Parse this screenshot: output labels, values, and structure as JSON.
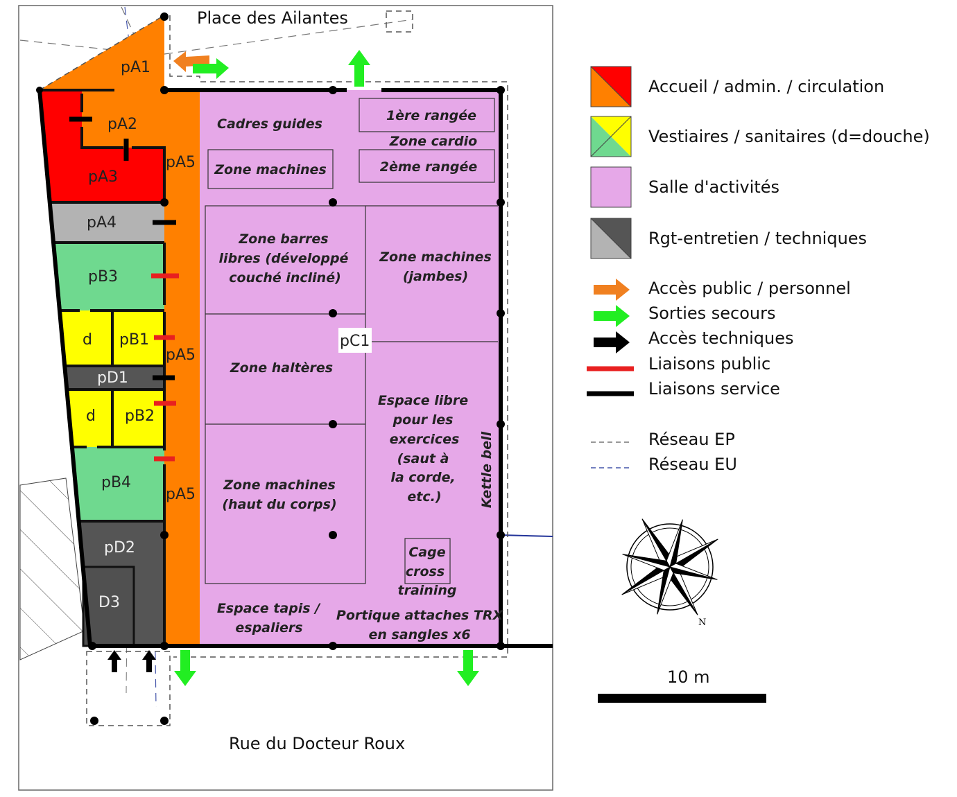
{
  "streets": {
    "top": "Place des Ailantes",
    "bottom": "Rue du Docteur Roux"
  },
  "rooms": {
    "pA1": "pA1",
    "pA2": "pA2",
    "pA3": "pA3",
    "pA4": "pA4",
    "pA5": "pA5",
    "pB1": "pB1",
    "pB2": "pB2",
    "pB3": "pB3",
    "pB4": "pB4",
    "pC1": "pC1",
    "pD1": "pD1",
    "pD2": "pD2",
    "D3": "D3",
    "d": "d"
  },
  "zones": {
    "cadres": "Cadres guides",
    "machines_top": "Zone machines",
    "rangee1": "1ère rangée",
    "cardio": "Zone cardio",
    "rangee2": "2ème rangée",
    "barres": [
      "Zone barres",
      "libres (développé",
      "couché incliné)"
    ],
    "jambes": [
      "Zone machines",
      "(jambes)"
    ],
    "halteres": "Zone haltères",
    "libre": [
      "Espace libre",
      "pour les",
      "exercices",
      "(saut à",
      "la corde,",
      "etc.)"
    ],
    "kettle": "Kettle bell",
    "haut": [
      "Zone machines",
      "(haut du corps)"
    ],
    "cage": [
      "Cage",
      "cross",
      "training"
    ],
    "tapis": [
      "Espace tapis /",
      "espaliers"
    ],
    "trx": [
      "Portique attaches TRX",
      "en sangles x6"
    ]
  },
  "legend": [
    {
      "label": "Accueil / admin. / circulation",
      "colors": [
        "#ff0000",
        "#ff8000"
      ]
    },
    {
      "label": "Vestiaires / sanitaires (d=douche)",
      "colors": [
        "#ffff00",
        "#6fd98f"
      ]
    },
    {
      "label": "Salle d'activités",
      "colors": [
        "#e6a8e8"
      ]
    },
    {
      "label": "Rgt-entretien / techniques",
      "colors": [
        "#555555",
        "#b3b3b3"
      ]
    },
    {
      "label": "Accès public / personnel",
      "icon": "orange-arrow"
    },
    {
      "label": "Sorties secours",
      "icon": "green-arrow"
    },
    {
      "label": "Accès techniques",
      "icon": "black-arrow"
    },
    {
      "label": "Liaisons public",
      "icon": "red-line"
    },
    {
      "label": "Liaisons service",
      "icon": "black-line"
    },
    {
      "label": "Réseau EP",
      "icon": "gray-dashed-line"
    },
    {
      "label": "Réseau EU",
      "icon": "blue-dashed-line"
    }
  ],
  "scale": {
    "label": "10 m"
  },
  "compass": {
    "north": "N"
  },
  "colors": {
    "orange": "#ff8000",
    "red": "#ff0000",
    "gray": "#b3b3b3",
    "green": "#6fd98f",
    "yellow": "#ffff00",
    "dark": "#555555",
    "pink": "#e6a8e8",
    "arrow_green": "#22ee22"
  }
}
